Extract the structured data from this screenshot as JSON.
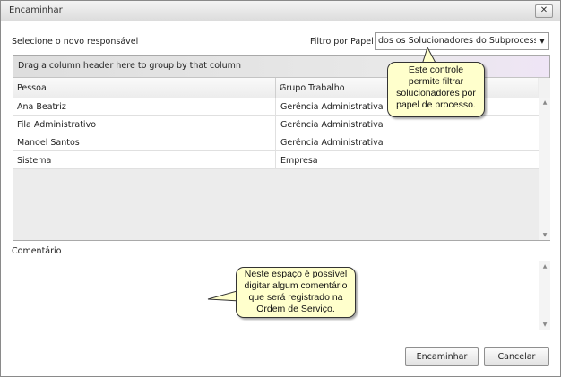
{
  "window": {
    "title": "Encaminhar",
    "close_glyph": "✕"
  },
  "labels": {
    "select_responsible": "Selecione o novo responsável",
    "filter_by_role": "Filtro por Papel",
    "comment": "Comentário"
  },
  "filter_select": {
    "value": "dos os Solucionadores do Subprocesso",
    "arrow": "▼"
  },
  "grid": {
    "group_panel": "Drag a column header here to group by that column",
    "columns": [
      "Pessoa",
      "Grupo Trabalho"
    ],
    "rows": [
      [
        "Ana Beatriz",
        "Gerência Administrativa"
      ],
      [
        "Fila Administrativo",
        "Gerência Administrativa"
      ],
      [
        "Manoel Santos",
        "Gerência Administrativa"
      ],
      [
        "Sistema",
        "Empresa"
      ]
    ]
  },
  "buttons": {
    "forward": "Encaminhar",
    "cancel": "Cancelar"
  },
  "callouts": {
    "filter": [
      "Este controle",
      "permite filtrar",
      "solucionadores por",
      "papel de processo."
    ],
    "comment": [
      "Neste espaço é possível",
      "digitar algum comentário",
      "que será registrado na",
      "Ordem de Serviço."
    ]
  },
  "icons": {
    "filter": "filter-icon",
    "close": "close-icon",
    "dropdown": "chevron-down-icon"
  }
}
